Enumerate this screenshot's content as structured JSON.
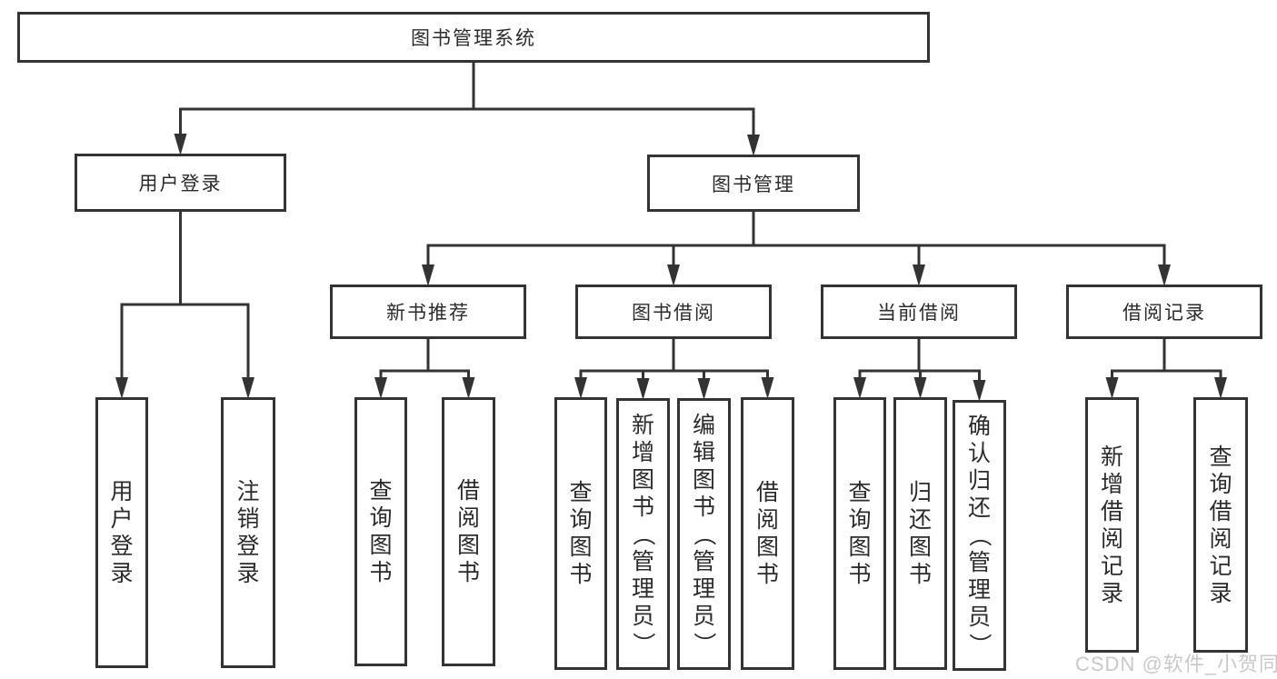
{
  "diagram": {
    "watermark": "CSDN @软件_小贺同学",
    "colors": {
      "line": "#333333",
      "text": "#2b2b2b",
      "watermark": "#c9c9c9",
      "background": "#ffffff"
    },
    "nodes": [
      {
        "id": "root",
        "parent": null,
        "label": "图书管理系统",
        "orient": "h"
      },
      {
        "id": "user-login",
        "parent": "root",
        "label": "用户登录",
        "orient": "h"
      },
      {
        "id": "book-mgmt",
        "parent": "root",
        "label": "图书管理",
        "orient": "h"
      },
      {
        "id": "login",
        "parent": "user-login",
        "label": "用户登录",
        "orient": "v"
      },
      {
        "id": "logout",
        "parent": "user-login",
        "label": "注销登录",
        "orient": "v"
      },
      {
        "id": "new-book",
        "parent": "book-mgmt",
        "label": "新书推荐",
        "orient": "h"
      },
      {
        "id": "book-borrow",
        "parent": "book-mgmt",
        "label": "图书借阅",
        "orient": "h"
      },
      {
        "id": "current-borrow",
        "parent": "book-mgmt",
        "label": "当前借阅",
        "orient": "h"
      },
      {
        "id": "borrow-records",
        "parent": "book-mgmt",
        "label": "借阅记录",
        "orient": "h"
      },
      {
        "id": "nb-query-books",
        "parent": "new-book",
        "label": "查询图书",
        "orient": "v"
      },
      {
        "id": "nb-borrow-books",
        "parent": "new-book",
        "label": "借阅图书",
        "orient": "v"
      },
      {
        "id": "bb-query-books",
        "parent": "book-borrow",
        "label": "查询图书",
        "orient": "v"
      },
      {
        "id": "bb-add-books",
        "parent": "book-borrow",
        "label": "新增图书（管理员）",
        "orient": "v"
      },
      {
        "id": "bb-edit-books",
        "parent": "book-borrow",
        "label": "编辑图书（管理员）",
        "orient": "v"
      },
      {
        "id": "bb-borrow-books",
        "parent": "book-borrow",
        "label": "借阅图书",
        "orient": "v"
      },
      {
        "id": "cb-query-books",
        "parent": "current-borrow",
        "label": "查询图书",
        "orient": "v"
      },
      {
        "id": "cb-return-books",
        "parent": "current-borrow",
        "label": "归还图书",
        "orient": "v"
      },
      {
        "id": "cb-confirm-return",
        "parent": "current-borrow",
        "label": "确认归还（管理员）",
        "orient": "v"
      },
      {
        "id": "br-add-record",
        "parent": "borrow-records",
        "label": "新增借阅记录",
        "orient": "v"
      },
      {
        "id": "br-query-record",
        "parent": "borrow-records",
        "label": "查询借阅记录",
        "orient": "v"
      }
    ]
  }
}
